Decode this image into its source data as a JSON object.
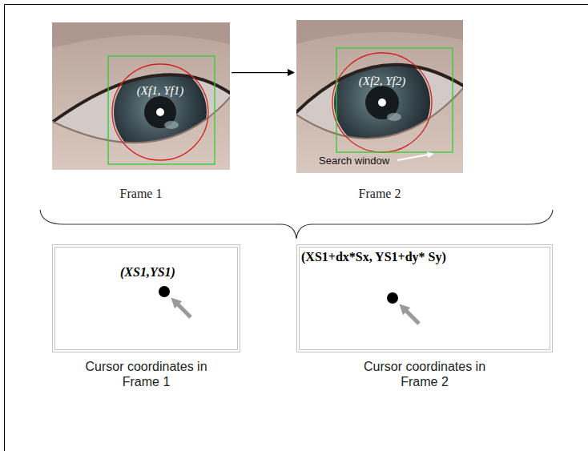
{
  "diagram": {
    "nodes": [
      {
        "text": [
          "(Xf1, Yf1)",
          "Frame 1"
        ]
      },
      {
        "text": [
          "(Xf2, Yf2)",
          "Search window",
          "Frame 2"
        ]
      },
      {
        "text": [
          "(XS1,YS1)",
          "Cursor coordinates in Frame 1"
        ]
      },
      {
        "text": [
          "(XS1+dx*Sx, YS1+dy* Sy)",
          "Cursor coordinates in Frame 2"
        ]
      }
    ],
    "edges": [
      {
        "from": 0,
        "to": 1,
        "arrow": "to"
      }
    ]
  }
}
